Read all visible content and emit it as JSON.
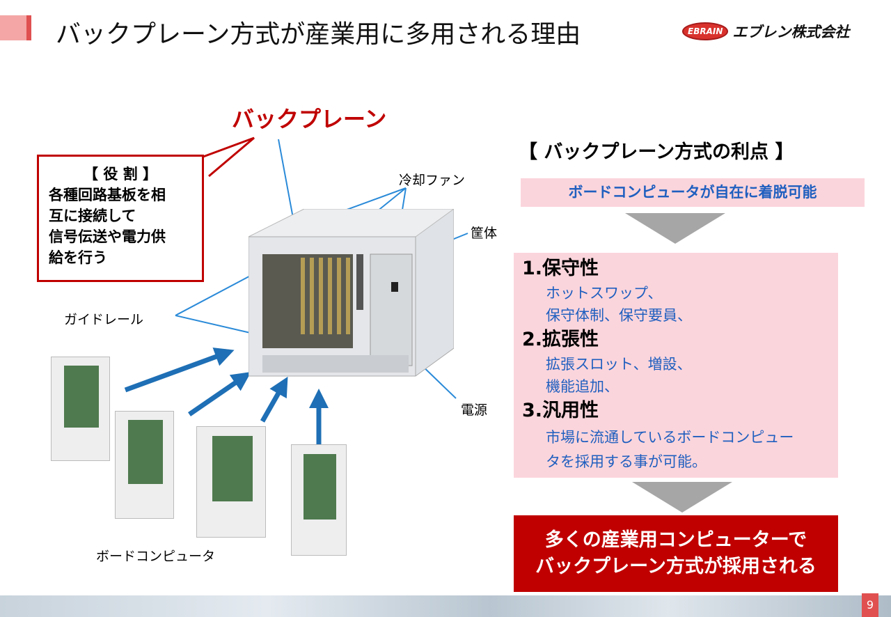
{
  "header": {
    "title": "バックプレーン方式が産業用に多用される理由",
    "logo_badge": "EBRAIN",
    "logo_name": "エブレン株式会社"
  },
  "diagram": {
    "backplane_label": "バックプレーン",
    "callout": {
      "heading": "【 役 割 】",
      "lines": [
        "各種回路基板を相",
        "互に接続して",
        "信号伝送や電力供",
        "給を行う"
      ]
    },
    "labels": {
      "fan": "冷却ファン",
      "case": "筐体",
      "guide_rail": "ガイドレール",
      "power": "電源",
      "board": "ボードコンピュータ"
    }
  },
  "advantages": {
    "title": "【 バックプレーン方式の利点 】",
    "banner": "ボードコンピュータが自在に着脱可能",
    "items": [
      {
        "heading": "1.保守性",
        "lines": [
          "ホットスワップ、",
          "保守体制、保守要員、"
        ]
      },
      {
        "heading": "2.拡張性",
        "lines": [
          "拡張スロット、増設、",
          "機能追加、"
        ]
      },
      {
        "heading": "3.汎用性",
        "lines": [
          "市場に流通しているボードコンピュー",
          "タを採用する事が可能。"
        ]
      }
    ],
    "result": [
      "多くの産業用コンピューターで",
      "バックプレーン方式が採用される"
    ]
  },
  "footer": {
    "page": "9"
  },
  "colors": {
    "accent_red": "#c00000",
    "blue_text": "#1f5fbf",
    "pink": "#fbd5dc"
  }
}
